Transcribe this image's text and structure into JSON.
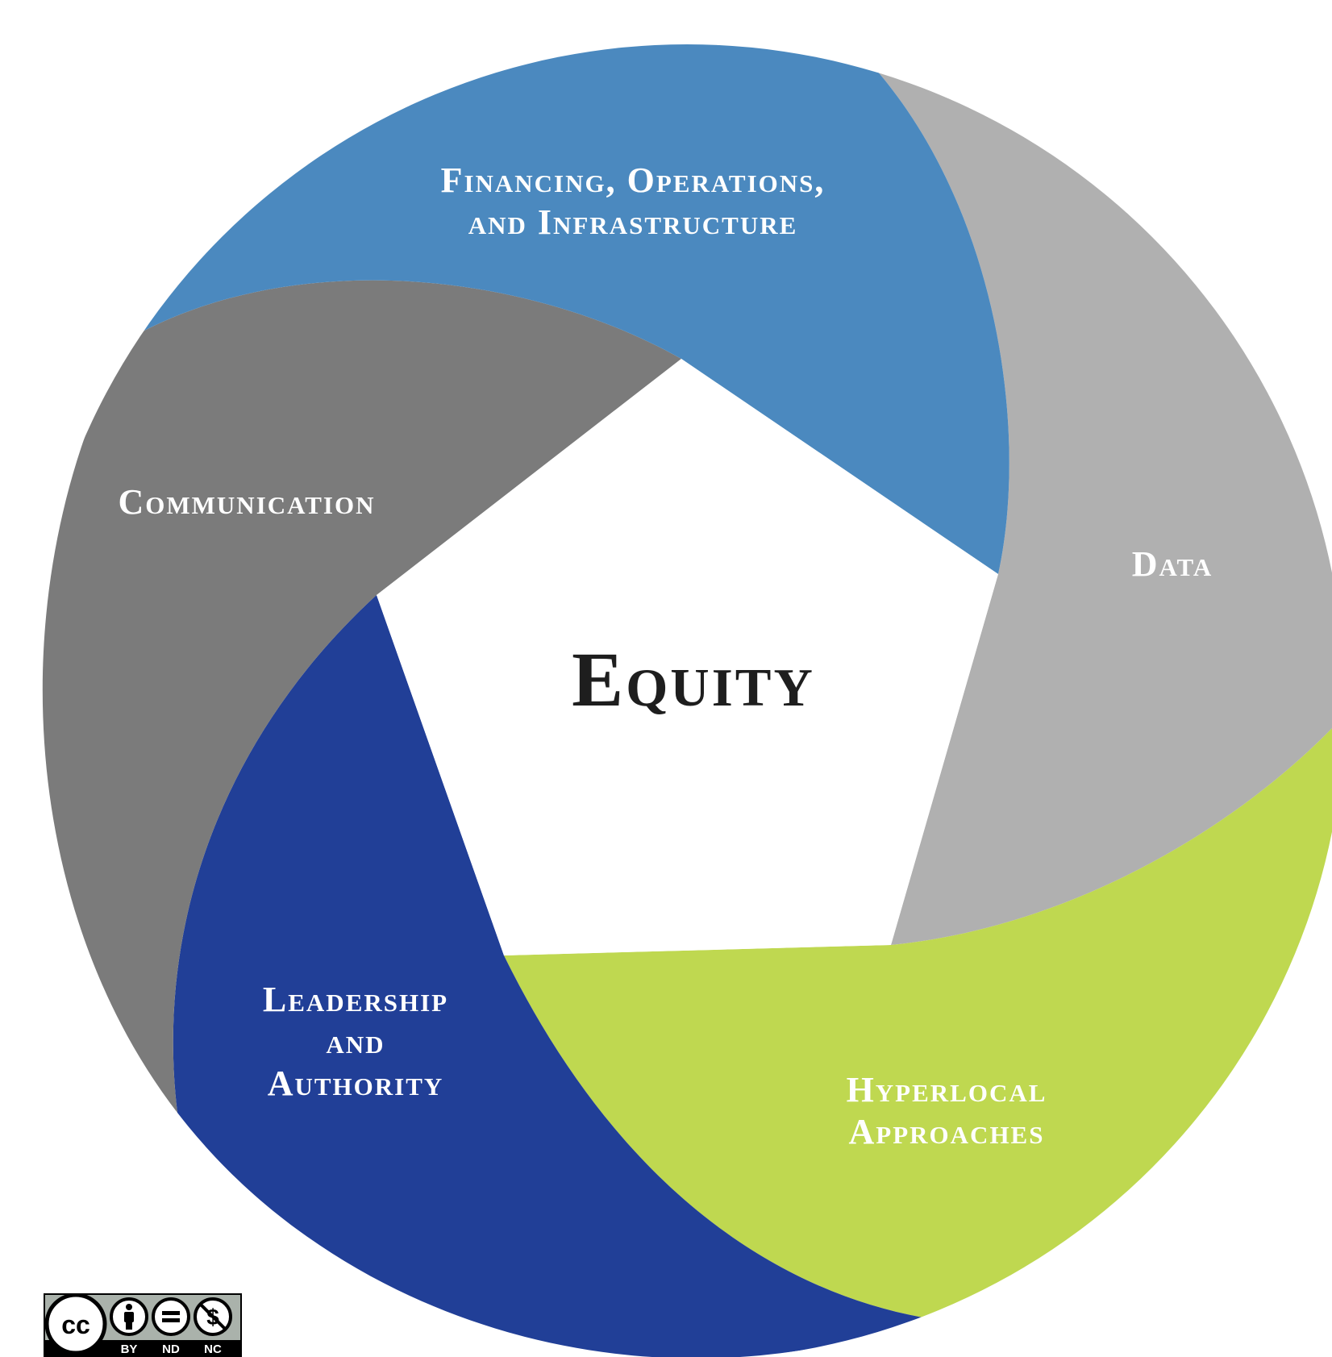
{
  "diagram": {
    "center": {
      "label": "Equity"
    },
    "segments": [
      {
        "id": "financing",
        "lines": [
          "Financing, Operations,",
          "and Infrastructure"
        ],
        "color": "#4b89bf"
      },
      {
        "id": "data",
        "lines": [
          "Data"
        ],
        "color": "#b0b0b0"
      },
      {
        "id": "hyperlocal",
        "lines": [
          "Hyperlocal",
          "Approaches"
        ],
        "color": "#bfd850"
      },
      {
        "id": "leadership",
        "lines": [
          "Leadership",
          "and",
          "Authority"
        ],
        "color": "#213f97"
      },
      {
        "id": "communication",
        "lines": [
          "Communication"
        ],
        "color": "#7b7b7b"
      }
    ]
  },
  "license": {
    "badges": [
      "BY",
      "ND",
      "NC"
    ],
    "icons": [
      "cc-logo-icon",
      "attribution-person-icon",
      "no-derivatives-equals-icon",
      "non-commercial-dollar-icon"
    ]
  }
}
